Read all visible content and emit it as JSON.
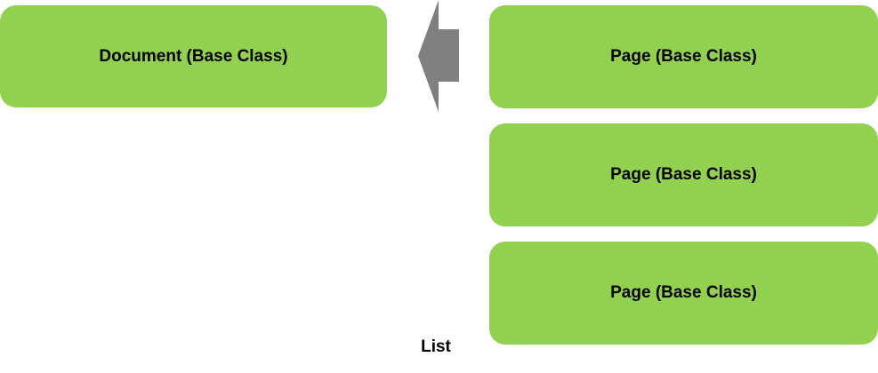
{
  "diagram": {
    "document_box": {
      "label": "Document (Base Class)"
    },
    "page_boxes": [
      {
        "label": "Page (Base Class)"
      },
      {
        "label": "Page (Base Class)"
      },
      {
        "label": "Page (Base Class)"
      }
    ],
    "list_label": "List",
    "arrow": {
      "icon": "left-block-arrow-icon",
      "direction": "left"
    },
    "colors": {
      "box_fill": "#92d050",
      "arrow_fill": "#808080",
      "text": "#000000"
    }
  }
}
